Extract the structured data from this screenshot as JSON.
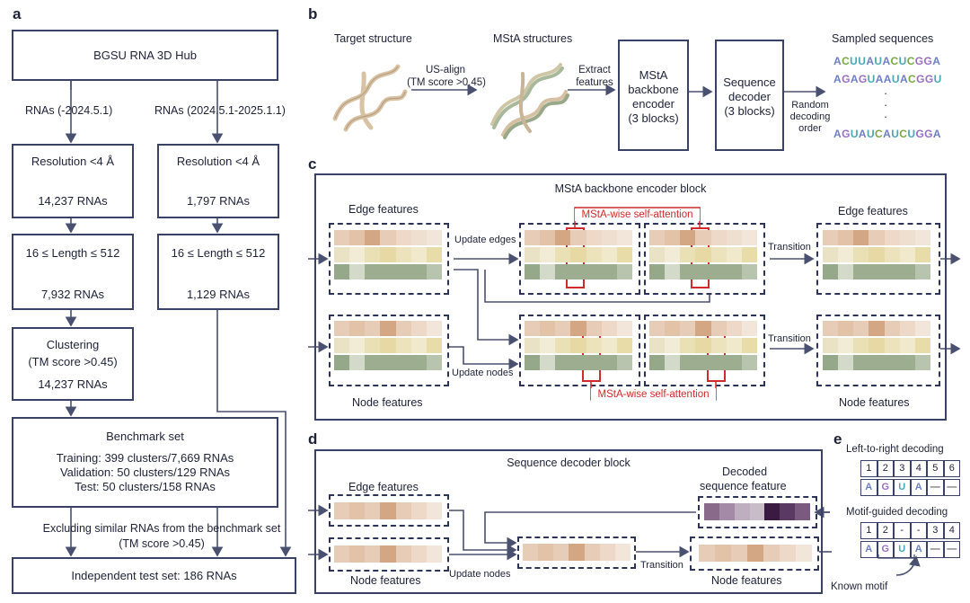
{
  "panels": {
    "a": "a",
    "b": "b",
    "c": "c",
    "d": "d",
    "e": "e"
  },
  "a": {
    "source": "BGSU RNA 3D Hub",
    "left_branch": "RNAs (-2024.5.1)",
    "right_branch": "RNAs (2024.5.1-2025.1.1)",
    "left_res": "Resolution <4 Å",
    "left_res_count": "14,237 RNAs",
    "right_res": "Resolution <4 Å",
    "right_res_count": "1,797 RNAs",
    "left_len": "16 ≤ Length ≤ 512",
    "left_len_count": "7,932 RNAs",
    "right_len": "16 ≤ Length ≤ 512",
    "right_len_count": "1,129 RNAs",
    "cluster_title": "Clustering",
    "cluster_sub": "(TM score >0.45)",
    "cluster_count": "14,237 RNAs",
    "bench_title": "Benchmark set",
    "bench_train": "Training: 399 clusters/7,669 RNAs",
    "bench_val": "Validation: 50 clusters/129 RNAs",
    "bench_test": "Test: 50 clusters/158 RNAs",
    "exclude_line1": "Excluding similar RNAs from the benchmark set",
    "exclude_line2": "(TM score >0.45)",
    "independent": "Independent test set: 186 RNAs"
  },
  "b": {
    "target": "Target structure",
    "msta_structures": "MStA structures",
    "usalign1": "US-align",
    "usalign2": "(TM score >0.45)",
    "extract1": "Extract",
    "extract2": "features",
    "encoder": [
      "MStA",
      "backbone",
      "encoder",
      "(3 blocks)"
    ],
    "decoder": [
      "Sequence",
      "decoder",
      "(3 blocks)"
    ],
    "random": [
      "Random",
      "decoding",
      "order"
    ],
    "sampled": "Sampled sequences",
    "seq1": "ACUUAUACUCGGA",
    "seq2": "AGAGUAAUACGGU",
    "seq3": "AGUAUCAUCUGGA",
    "dot": "·"
  },
  "c": {
    "title": "MStA backbone encoder block",
    "edge_in": "Edge features",
    "edge_out": "Edge features",
    "node_in": "Node features",
    "node_out": "Node features",
    "update_edges": "Update edges",
    "update_nodes": "Update nodes",
    "transition_top": "Transition",
    "transition_bottom": "Transition",
    "attn_top": "MStA-wise self-attention",
    "attn_bottom": "MStA-wise self-attention"
  },
  "d": {
    "title": "Sequence decoder block",
    "edge_in": "Edge features",
    "node_in": "Node features",
    "node_out": "Node features",
    "decoded1": "Decoded",
    "decoded2": "sequence feature",
    "update_nodes": "Update nodes",
    "transition": "Transition"
  },
  "e": {
    "ltr_title": "Left-to-right decoding",
    "ltr_nums": [
      "1",
      "2",
      "3",
      "4",
      "5",
      "6"
    ],
    "ltr_seq": [
      "A",
      "G",
      "U",
      "A",
      "—",
      "—"
    ],
    "motif_title": "Motif-guided decoding",
    "motif_nums": [
      "1",
      "2",
      "-",
      "-",
      "3",
      "4"
    ],
    "motif_seq": [
      "A",
      "G",
      "U",
      "A",
      "—",
      "—"
    ],
    "known_motif": "Known motif"
  },
  "colors": {
    "frame": "#3a4166",
    "attention": "#d12a2a",
    "nuc_A": "#6d7fc4",
    "nuc_C": "#7aa843",
    "nuc_G": "#9a6ec0",
    "nuc_U": "#4aa7b5",
    "peach": "#e6c9b0",
    "olive": "#e6dfb0",
    "sage": "#9aaa8a",
    "decoded": "#5a3a62"
  }
}
